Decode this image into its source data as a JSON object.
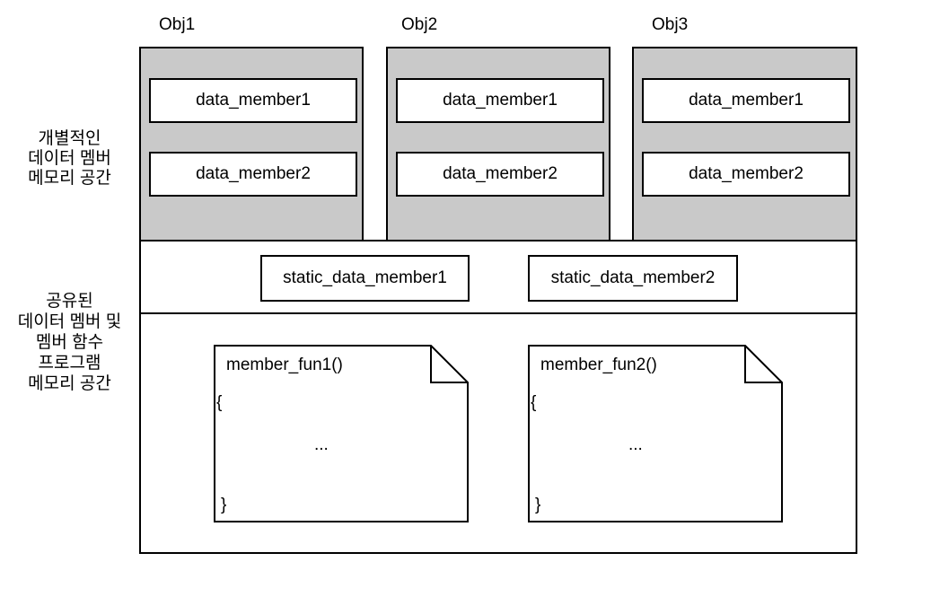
{
  "colors": {
    "object_fill": "#c9c9c9",
    "border": "#000000",
    "background": "#ffffff",
    "text": "#000000"
  },
  "side_labels": {
    "individual": "개별적인\n데이터 멤버\n메모리 공간",
    "shared": "공유된\n데이터 멤버 및\n멤버 함수\n프로그램\n메모리 공간"
  },
  "objects": [
    {
      "label": "Obj1",
      "members": [
        "data_member1",
        "data_member2"
      ]
    },
    {
      "label": "Obj2",
      "members": [
        "data_member1",
        "data_member2"
      ]
    },
    {
      "label": "Obj3",
      "members": [
        "data_member1",
        "data_member2"
      ]
    }
  ],
  "static_members": [
    "static_data_member1",
    "static_data_member2"
  ],
  "functions": [
    {
      "name": "member_fun1()",
      "brace_open": "{",
      "body": "...",
      "brace_close": "}"
    },
    {
      "name": "member_fun2()",
      "brace_open": "{",
      "body": "...",
      "brace_close": "}"
    }
  ]
}
